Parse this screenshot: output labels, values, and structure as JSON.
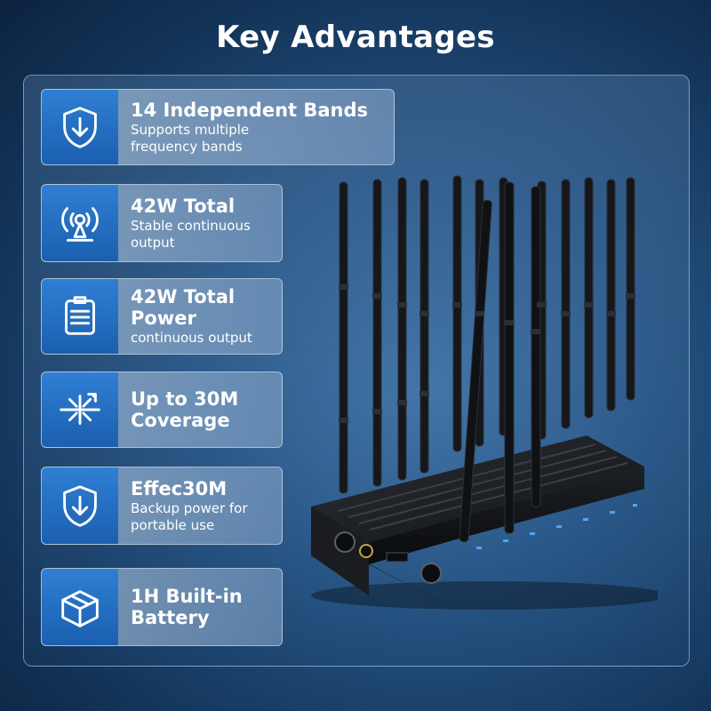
{
  "title": "Key Advantages",
  "features": [
    {
      "icon": "shield-down-arrow-icon",
      "title": "14 Independent Bands",
      "subtitle": "Supports multiple frequency bands"
    },
    {
      "icon": "signal-broadcast-icon",
      "title": "42W Total",
      "subtitle": "Stable continuous output"
    },
    {
      "icon": "document-list-icon",
      "title": "42W Total Power",
      "subtitle": "continuous output"
    },
    {
      "icon": "coverage-burst-icon",
      "title": "Up to 30M Coverage",
      "subtitle": ""
    },
    {
      "icon": "shield-down-arrow-icon",
      "title": "Effec30M",
      "subtitle": "Backup power for portable use"
    },
    {
      "icon": "box-icon",
      "title": "1H Built-in Battery",
      "subtitle": ""
    }
  ],
  "colors": {
    "accent": "#1f66bd",
    "background": "#23507f"
  }
}
